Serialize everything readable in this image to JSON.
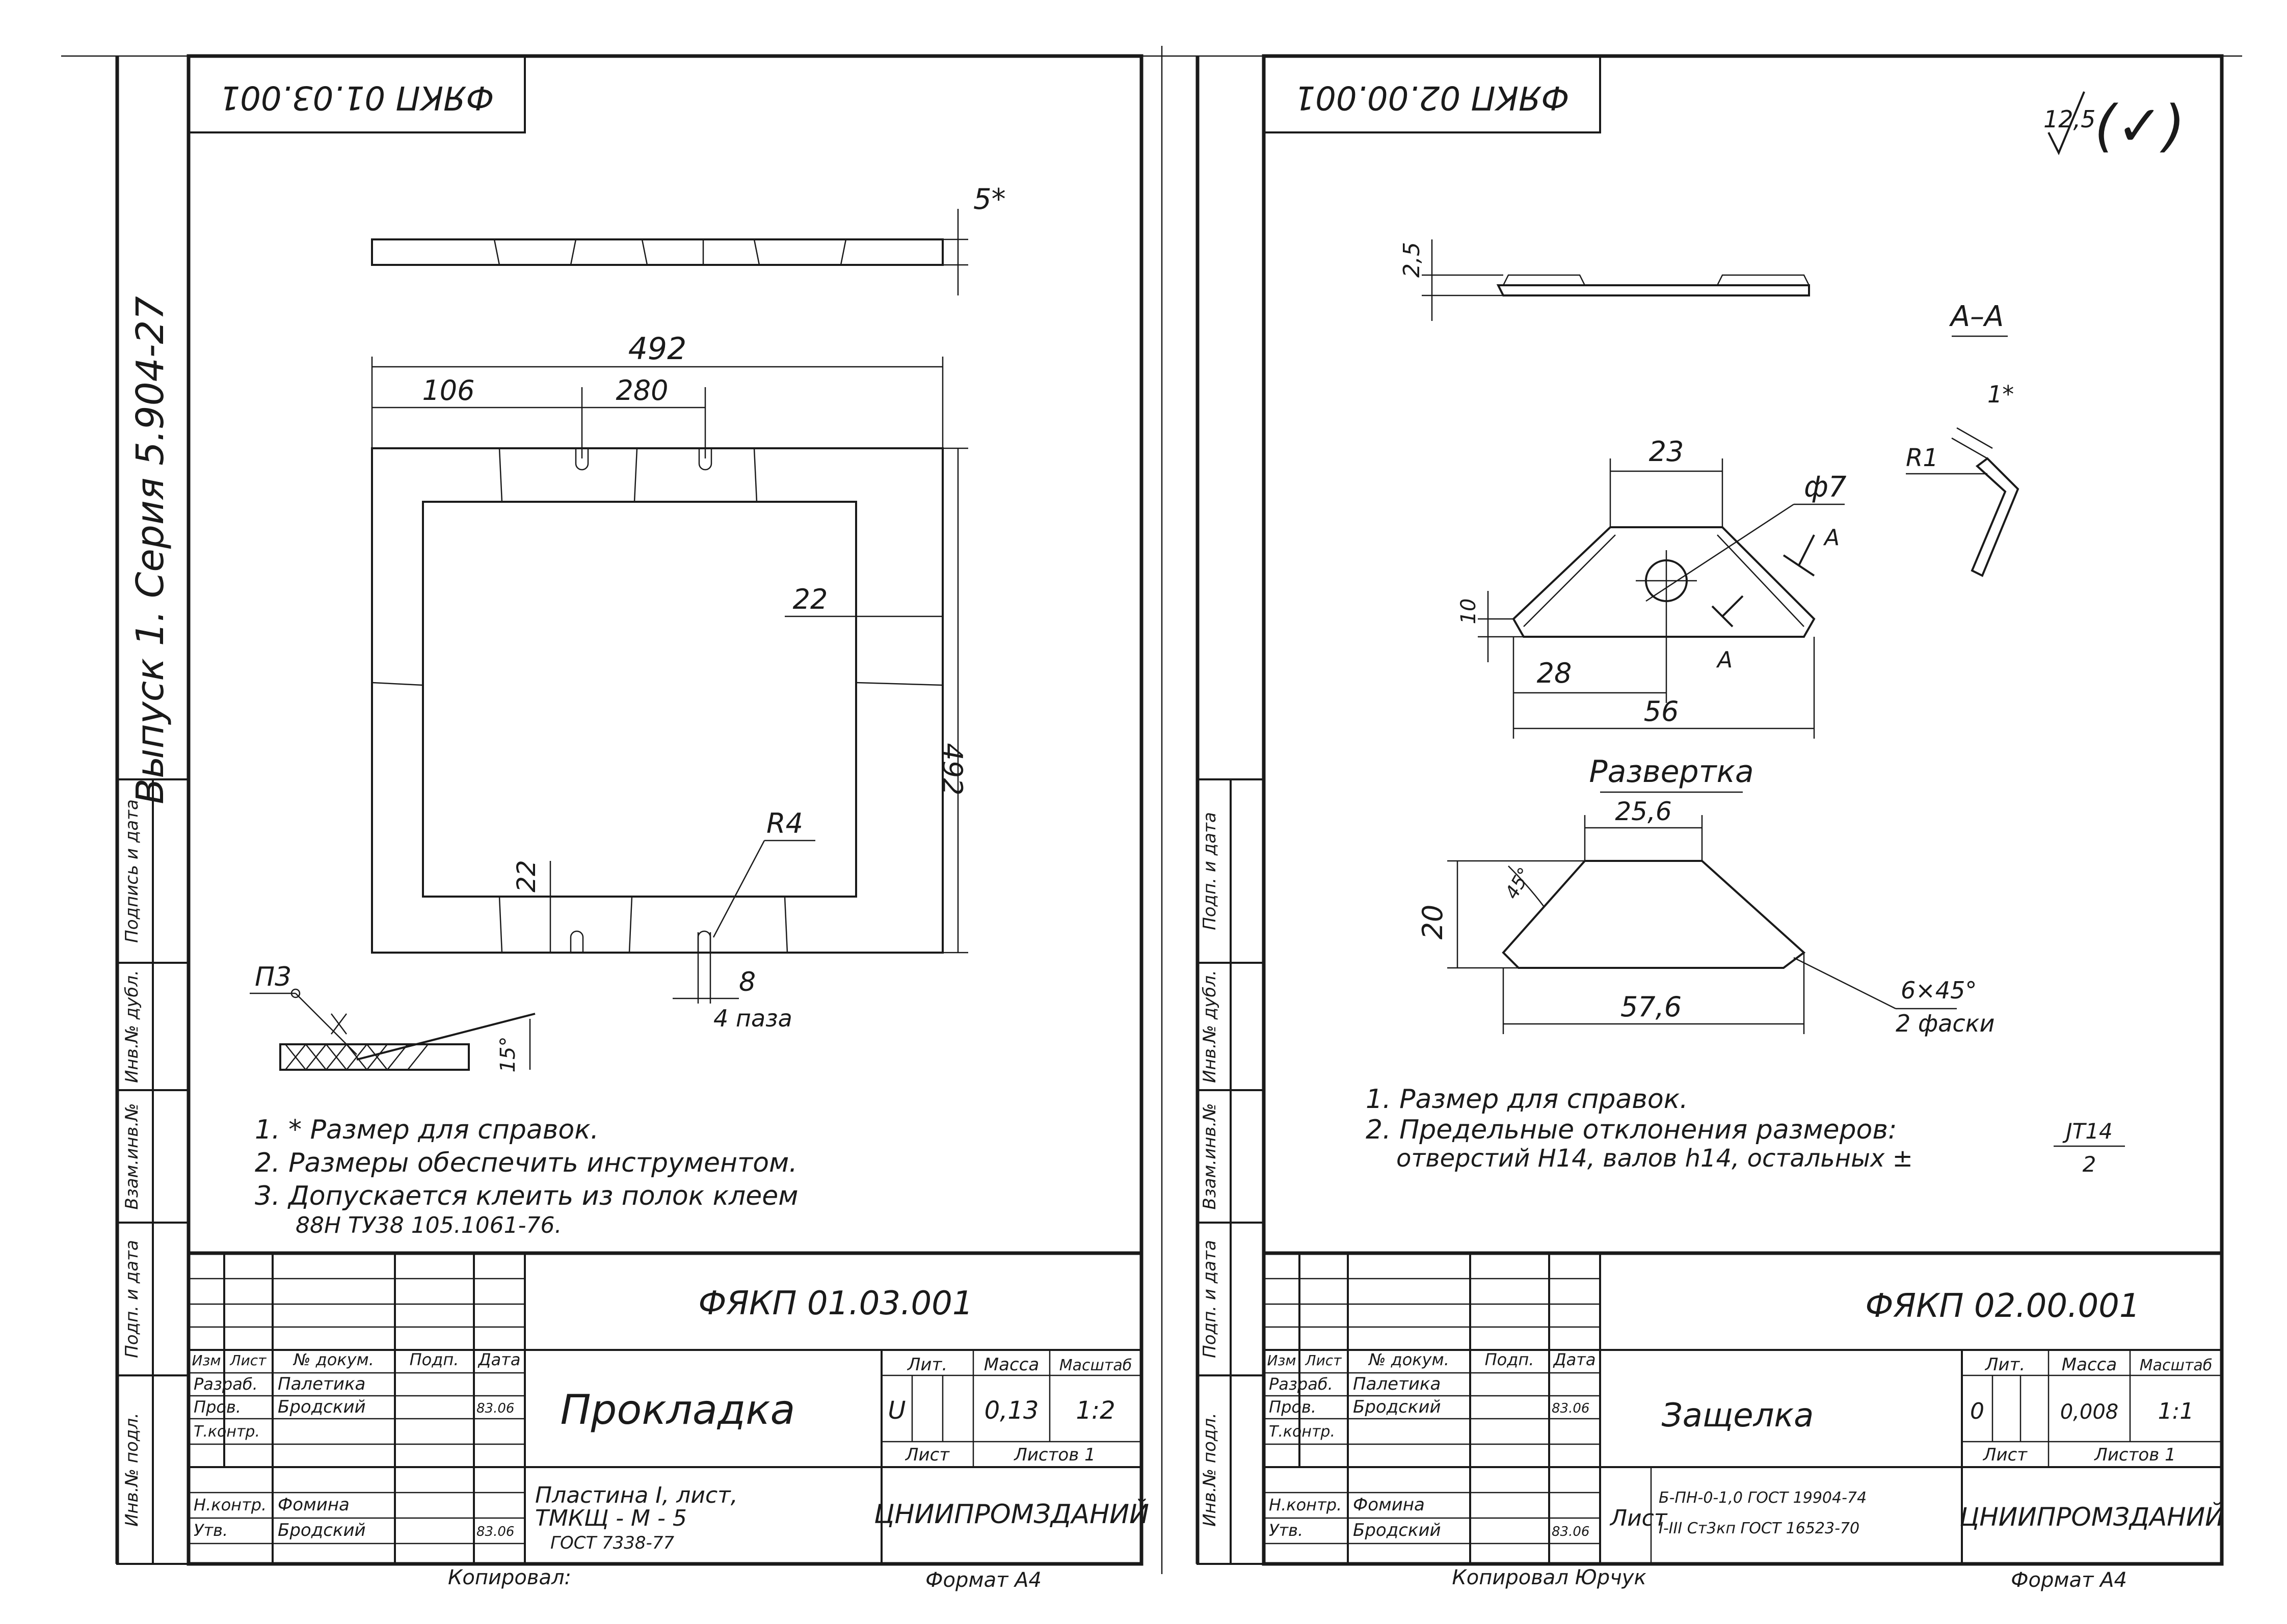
{
  "left_sheet": {
    "corner_code": "ФЯКП 01.03.001",
    "side_title": "Выпуск 1. Серия 5.904-27",
    "side_stamp_labels": [
      "Подпись и дата",
      "Инв.№ дубл.",
      "Взам.инв.№",
      "Подп. и дата",
      "Инв.№ подл."
    ],
    "dims": {
      "thickness": "5*",
      "overall_width": "492",
      "offset_106": "106",
      "offset_280": "280",
      "flange_22_right": "22",
      "overall_height": "492",
      "radius": "R4",
      "flange_22_bottom": "22",
      "slot_8": "8",
      "slot_count": "4 паза",
      "weld_mark": "П3",
      "angle_15": "15°"
    },
    "notes": [
      "1. * Размер для справок.",
      "2. Размеры обеспечить инструментом.",
      "3. Допускается клеить из полок клеем",
      "88Н ТУ38 105.1061-76."
    ],
    "title_block": {
      "code": "ФЯКП 01.03.001",
      "name": "Прокладка",
      "col_headers": [
        "Изм",
        "Лист",
        "№ докум.",
        "Подп.",
        "Дата"
      ],
      "roles": [
        {
          "role": "Разраб.",
          "person": "Палетика",
          "date": ""
        },
        {
          "role": "Пров.",
          "person": "Бродский",
          "date": "83.06"
        },
        {
          "role": "Т.контр.",
          "person": "",
          "date": ""
        },
        {
          "role": "",
          "person": "",
          "date": ""
        },
        {
          "role": "Н.контр.",
          "person": "Фомина",
          "date": ""
        },
        {
          "role": "Утв.",
          "person": "Бродский",
          "date": "83.06"
        }
      ],
      "lit_label": "Лит.",
      "mass_label": "Масса",
      "scale_label": "Масштаб",
      "lit_value": "U",
      "mass_value": "0,13",
      "scale_value": "1:2",
      "sheet_label": "Лист",
      "sheets_label": "Листов 1",
      "material_line1": "Пластина I, лист,",
      "material_line2": "ТМКЩ - М - 5",
      "material_line3": "ГОСТ 7338-77",
      "org": "ЦНИИПРОМЗДАНИЙ",
      "copied": "Копировал:",
      "format": "Формат А4"
    }
  },
  "right_sheet": {
    "corner_code": "ФЯКП 02.00.001",
    "roughness": "12,5",
    "roughness_note": "(✓)",
    "side_stamp_labels": [
      "Подп. и дата",
      "Инв.№ дубл.",
      "Взам.инв.№",
      "Подп. и дата",
      "Инв.№ подл."
    ],
    "dims": {
      "thickness": "2,5",
      "section_label": "А–А",
      "section_thick": "1*",
      "bend_radius": "R1",
      "top_width": "23",
      "hole": "ф7",
      "height_10": "10",
      "offset_28": "28",
      "base_56": "56",
      "cut_a": "А",
      "cut_a2": "А"
    },
    "flat_pattern": {
      "title": "Развертка",
      "top": "25,6",
      "height": "20",
      "angle": "45°",
      "base": "57,6",
      "chamfer1": "6×45°",
      "chamfer2": "2 фаски"
    },
    "notes": [
      "1. Размер для справок.",
      "2. Предельные отклонения размеров:",
      "отверстий Н14, валов h14, остальных ±",
      "JT14",
      "2"
    ],
    "title_block": {
      "code": "ФЯКП 02.00.001",
      "name": "Защелка",
      "col_headers": [
        "Изм",
        "Лист",
        "№ докум.",
        "Подп.",
        "Дата"
      ],
      "roles": [
        {
          "role": "Разраб.",
          "person": "Палетика",
          "date": ""
        },
        {
          "role": "Пров.",
          "person": "Бродский",
          "date": "83.06"
        },
        {
          "role": "Т.контр.",
          "person": "",
          "date": ""
        },
        {
          "role": "",
          "person": "",
          "date": ""
        },
        {
          "role": "Н.контр.",
          "person": "Фомина",
          "date": ""
        },
        {
          "role": "Утв.",
          "person": "Бродский",
          "date": "83.06"
        }
      ],
      "lit_label": "Лит.",
      "mass_label": "Масса",
      "scale_label": "Масштаб",
      "lit_value": "0",
      "mass_value": "0,008",
      "scale_value": "1:1",
      "sheet_label": "Лист",
      "sheets_label": "Листов 1",
      "material_prefix": "Лист",
      "material_line1": "Б-ПН-0-1,0 ГОСТ 19904-74",
      "material_line2": "I-III Ст3кп ГОСТ 16523-70",
      "org": "ЦНИИПРОМЗДАНИЙ",
      "copied": "Копировал Юрчук",
      "format": "Формат А4"
    }
  }
}
